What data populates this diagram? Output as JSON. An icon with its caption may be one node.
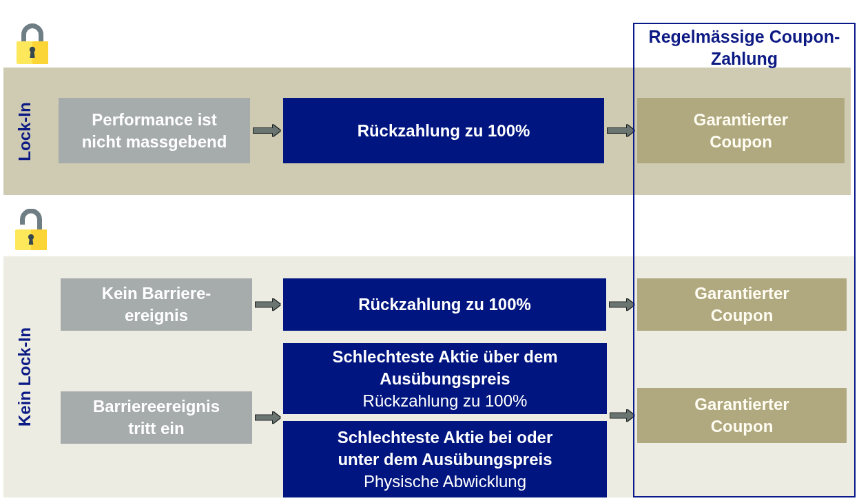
{
  "diagram": {
    "nodes": [
      {
        "text": [
          "Regelmässige Coupon-Zahlung"
        ]
      },
      {
        "text": [
          "Lock-In"
        ]
      },
      {
        "text": [
          "Performance ist nicht massgebend"
        ],
        "in": 1
      },
      {
        "text": [
          "Rückzahlung zu 100%"
        ],
        "in": 1
      },
      {
        "text": [
          "Garantierter Coupon"
        ]
      },
      {
        "text": [
          "Kein Lock-In"
        ]
      },
      {
        "text": [
          "Kein Barriere-ereignis"
        ],
        "in": 5
      },
      {
        "text": [
          "Rückzahlung zu 100%"
        ],
        "in": 5
      },
      {
        "text": [
          "Garantierter Coupon"
        ]
      },
      {
        "text": [
          "Barriereereignis tritt ein"
        ],
        "in": 5
      },
      {
        "text": [
          "Schlechteste Aktie über dem Ausübungspreis",
          "Rückzahlung zu 100%"
        ],
        "in": 5
      },
      {
        "text": [
          "Schlechteste Aktie bei oder unter dem Ausübungspreis",
          "Physische Abwicklung"
        ],
        "in": 5
      },
      {
        "text": [
          "Garantierter Coupon"
        ]
      }
    ],
    "edges": [
      {
        "from": 2,
        "to": 3,
        "arrow": "to"
      },
      {
        "from": 3,
        "to": 4,
        "arrow": "to"
      },
      {
        "from": 6,
        "to": 7,
        "arrow": "to"
      },
      {
        "from": 7,
        "to": 8,
        "arrow": "to"
      },
      {
        "from": 9,
        "to": 10,
        "arrow": "to"
      },
      {
        "from": 9,
        "to": 11,
        "arrow": "to"
      },
      {
        "from": 10,
        "to": 12,
        "arrow": "to"
      },
      {
        "from": 11,
        "to": 12,
        "arrow": "to"
      }
    ]
  }
}
